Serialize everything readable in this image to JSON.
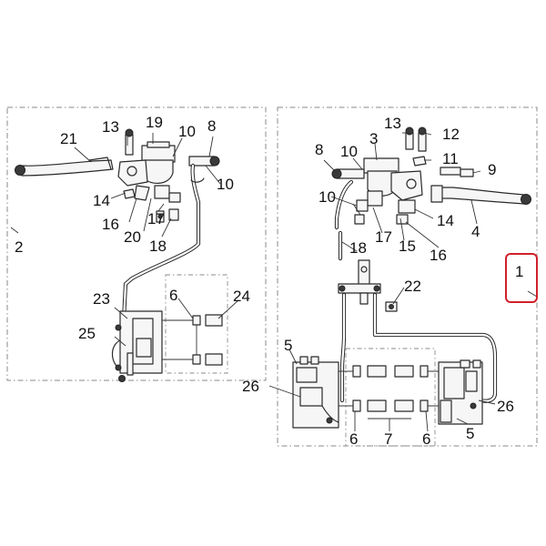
{
  "callouts": {
    "c1": "1",
    "c2": "2",
    "c3": "3",
    "c4": "4",
    "c5a": "5",
    "c5b": "5",
    "c6a": "6",
    "c6b": "6",
    "c6c": "6",
    "c7": "7",
    "c8a": "8",
    "c8b": "8",
    "c9": "9",
    "c10a": "10",
    "c10b": "10",
    "c10c": "10",
    "c11": "11",
    "c12": "12",
    "c13a": "13",
    "c13b": "13",
    "c14a": "14",
    "c14b": "14",
    "c15": "15",
    "c16a": "16",
    "c16b": "16",
    "c17a": "17",
    "c17b": "17",
    "c18a": "18",
    "c18b": "18",
    "c19": "19",
    "c20": "20",
    "c21": "21",
    "c22": "22",
    "c23": "23",
    "c24": "24",
    "c25": "25",
    "c26a": "26",
    "c26b": "26"
  },
  "highlight_color": "#d0202a"
}
